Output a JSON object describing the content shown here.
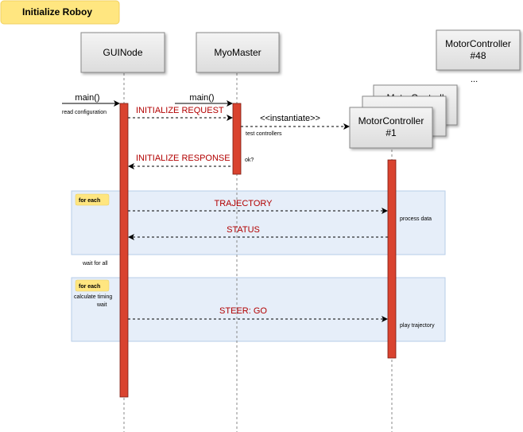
{
  "title": "Initialize Roboy",
  "participants": {
    "gui": "GUINode",
    "myo": "MyoMaster",
    "mc1_line1": "MotorController",
    "mc1_line2": "#1",
    "mc48_line1": "MotorController",
    "mc48_line2": "#48",
    "stack_partial": "MotorControll",
    "ellipsis": "..."
  },
  "messages": {
    "main_gui": "main()",
    "main_myo": "main()",
    "init_request": "INITIALIZE REQUEST",
    "instantiate": "<<instantiate>>",
    "init_response": "INITIALIZE RESPONSE",
    "trajectory": "TRAJECTORY",
    "status": "STATUS",
    "steer": "STEER: GO"
  },
  "notes": {
    "read_config": "read configuration",
    "test_controllers": "test controllers",
    "ok": "ok?",
    "process_data": "process data",
    "wait_for_all": "wait for all",
    "calc_timing": "calculate timing",
    "wait": "wait",
    "play_trajectory": "play trajectory"
  },
  "loops": {
    "loop1_label": "for each",
    "loop2_label": "for each"
  },
  "colors": {
    "activation": "#d9432f",
    "message_red": "#b20000",
    "loop_fill": "#e6eef9",
    "loop_border": "#b7cde8",
    "title_fill": "#ffe680",
    "tag_fill": "#ffe680",
    "head_fill": "#e8e8e8"
  }
}
